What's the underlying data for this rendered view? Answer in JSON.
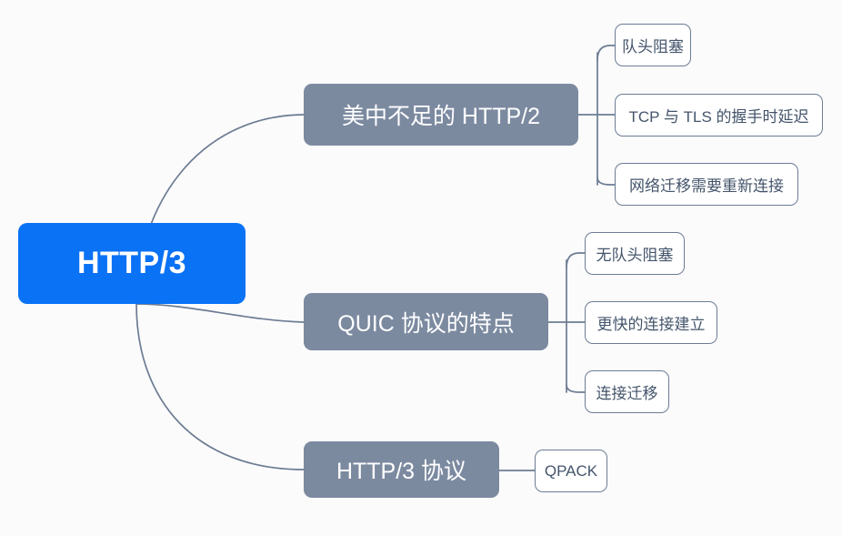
{
  "diagram": {
    "type": "mindmap",
    "title": "HTTP/3",
    "background_color": "#fbfbfb",
    "root": {
      "label": "HTTP/3",
      "fill_color": "#0a72f5",
      "text_color": "#ffffff"
    },
    "branch_style": {
      "fill_color": "#7c8aa0",
      "text_color": "#ffffff"
    },
    "leaf_style": {
      "fill_color": "#ffffff",
      "border_color": "#6c7c94",
      "text_color": "#44556b"
    },
    "connector_color": "#6d7c93",
    "branches": [
      {
        "label": "美中不足的 HTTP/2",
        "children": [
          {
            "label": "队头阻塞"
          },
          {
            "label": "TCP 与 TLS 的握手时延迟"
          },
          {
            "label": "网络迁移需要重新连接"
          }
        ]
      },
      {
        "label": "QUIC 协议的特点",
        "children": [
          {
            "label": "无队头阻塞"
          },
          {
            "label": "更快的连接建立"
          },
          {
            "label": "连接迁移"
          }
        ]
      },
      {
        "label": "HTTP/3 协议",
        "children": [
          {
            "label": "QPACK"
          }
        ]
      }
    ]
  }
}
